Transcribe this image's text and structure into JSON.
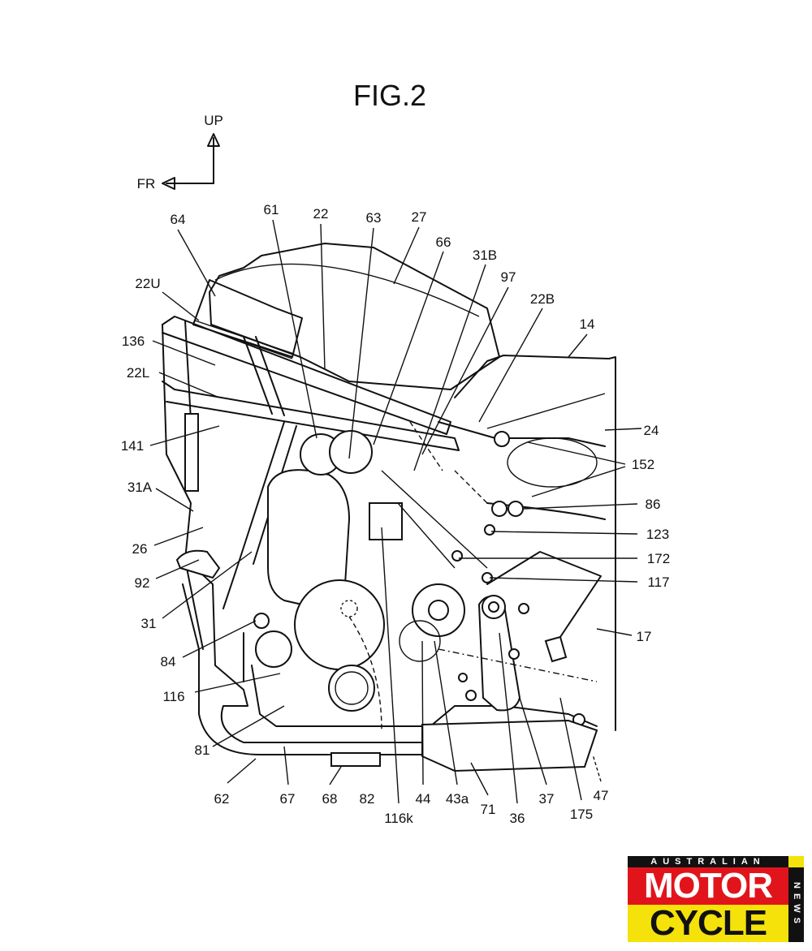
{
  "figure": {
    "title": "FIG.2",
    "direction_up": "UP",
    "direction_front": "FR"
  },
  "labels": {
    "l64": "64",
    "l61": "61",
    "l22": "22",
    "l63": "63",
    "l27": "27",
    "l66": "66",
    "l31B": "31B",
    "l97": "97",
    "l22B": "22B",
    "l14": "14",
    "l22U": "22U",
    "l136": "136",
    "l22L": "22L",
    "l141": "141",
    "l31A": "31A",
    "l26": "26",
    "l92": "92",
    "l31": "31",
    "l84": "84",
    "l116": "116",
    "l81": "81",
    "l62": "62",
    "l67": "67",
    "l68": "68",
    "l82": "82",
    "l116k": "116k",
    "l44": "44",
    "l43a": "43a",
    "l71": "71",
    "l36": "36",
    "l37": "37",
    "l175": "175",
    "l47": "47",
    "l24": "24",
    "l152": "152",
    "l86": "86",
    "l123": "123",
    "l172": "172",
    "l117": "117",
    "l17": "17"
  },
  "logo": {
    "top": "AUSTRALIAN",
    "line1": "MOTOR",
    "line2": "CYCLE",
    "side": "NEWS",
    "colors": {
      "red": "#e2141b",
      "yellow": "#f4e20a",
      "black": "#111111"
    }
  }
}
